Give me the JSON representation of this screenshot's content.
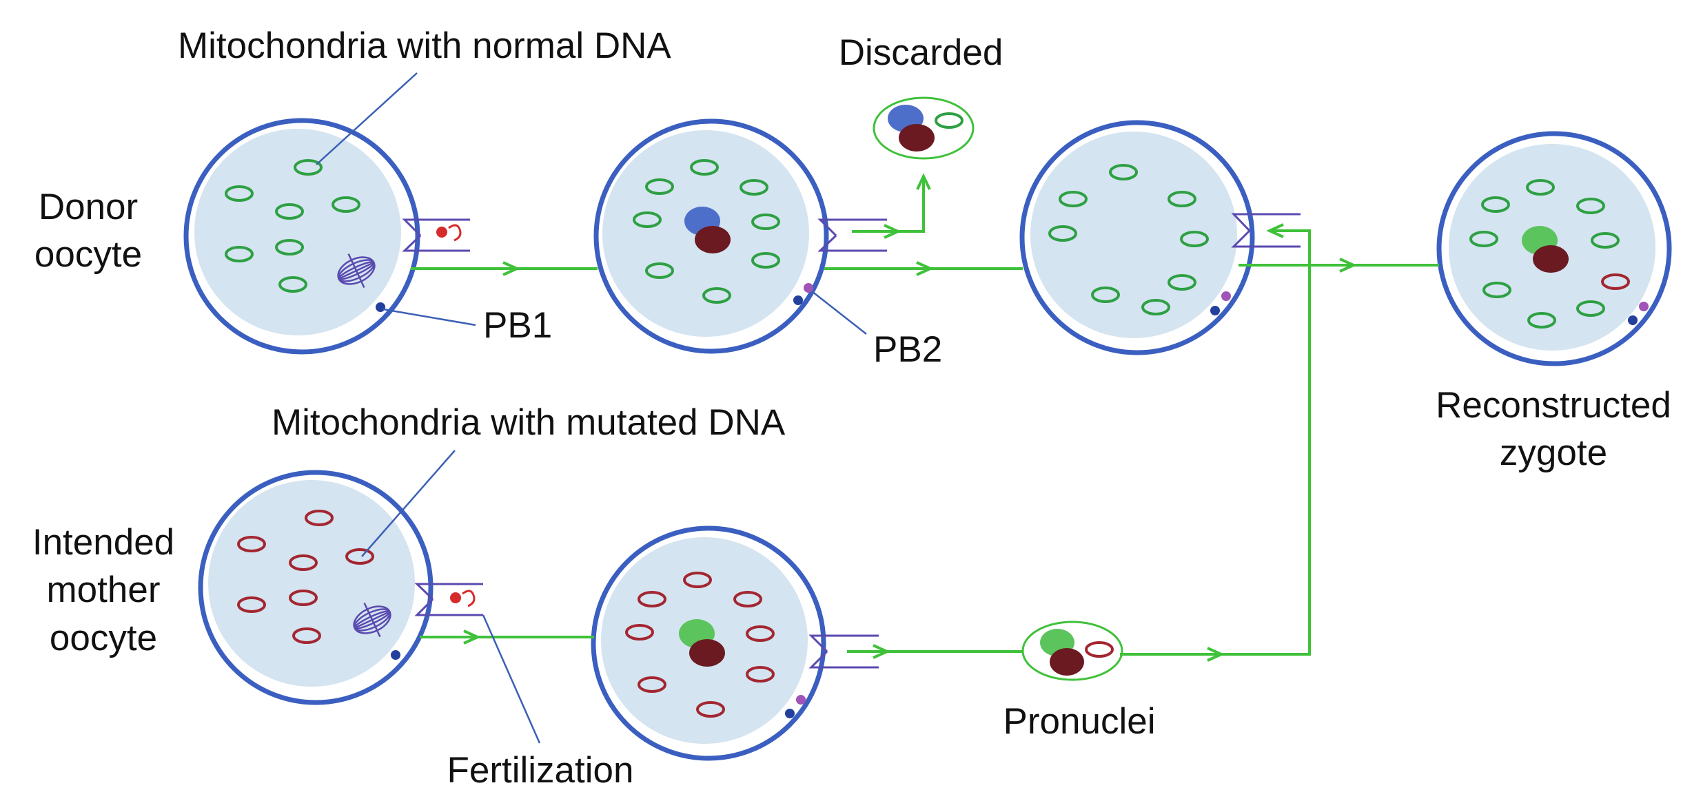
{
  "labels": {
    "mito_normal": "Mitochondria with normal DNA",
    "discarded": "Discarded",
    "donor_line1": "Donor",
    "donor_line2": "oocyte",
    "pb1": "PB1",
    "pb2": "PB2",
    "reconstructed_line1": "Reconstructed",
    "reconstructed_line2": "zygote",
    "mito_mutated": "Mitochondria with mutated DNA",
    "intended_line1": "Intended",
    "intended_line2": "mother",
    "intended_line3": "oocyte",
    "pronuclei": "Pronuclei",
    "fertilization": "Fertilization"
  },
  "colors": {
    "cell_fill": "#d4e4f0",
    "cell_border": "#3b5fc0",
    "normal_mito": "#2ea043",
    "mutated_mito": "#a32630",
    "flow_arrow": "#3fc13a",
    "pronucleus_blue": "#4e6fc9",
    "pronucleus_dark": "#6b1a22",
    "pronucleus_green": "#5cc45c",
    "polar_body_blue": "#23409c",
    "polar_body_purple": "#a054b8",
    "pipette": "#5a4ab0",
    "leader_line": "#3b5fb5",
    "sperm": "#d52b2b"
  },
  "icons": {
    "spindle": "meiotic-spindle-icon",
    "sperm": "sperm-icon",
    "pipette": "micropipette-icon"
  }
}
